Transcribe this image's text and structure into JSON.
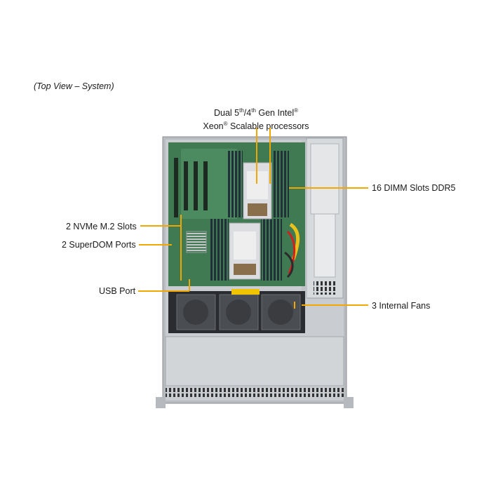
{
  "caption": "(Top View – System)",
  "labels": {
    "cpu": {
      "line1_a": "Dual 5",
      "line1_sup1": "th",
      "line1_b": "/4",
      "line1_sup2": "th",
      "line1_c": " Gen Intel",
      "line1_sup3": "®",
      "line2_a": "Xeon",
      "line2_sup": "®",
      "line2_b": " Scalable processors"
    },
    "dimm": "16 DIMM Slots DDR5",
    "nvme": "2 NVMe M.2 Slots",
    "superdom": "2 SuperDOM Ports",
    "usb": "USB Port",
    "fans": "3 Internal  Fans"
  },
  "colors": {
    "leader": "#f0a800",
    "chassis": "#c9ccd0",
    "board": "#3f7a52",
    "dimm": "#26323c",
    "heatsink": "#d9dadc"
  }
}
